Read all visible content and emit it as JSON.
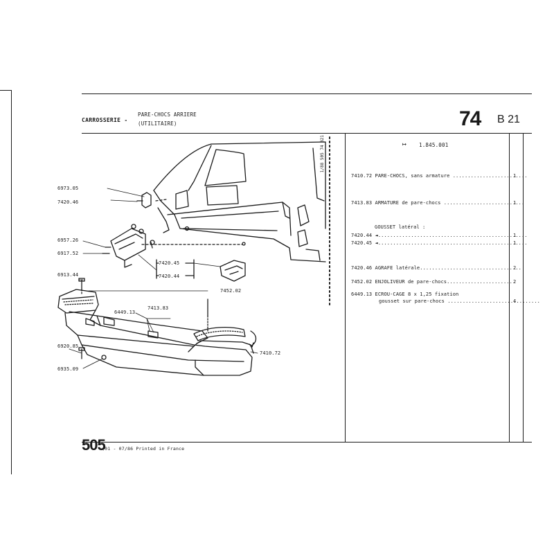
{
  "header": {
    "section": "CARROSSERIE -",
    "title_line1": "PARE-CHOCS ARRIERE",
    "title_line2": "(UTILITAIRE)",
    "page_number": "74",
    "sub_code": "B 21"
  },
  "serial_from": "1.845.001",
  "parts": [
    {
      "ref": "7410.72",
      "desc": "PARE-CHOCS, sans armature",
      "qty": "1"
    },
    {
      "ref": "7413.83",
      "desc": "ARMATURE de pare-chocs",
      "qty": "1"
    },
    {
      "group": "GOUSSET latéral :"
    },
    {
      "ref": "7420.44",
      "desc": "",
      "qty": "1"
    },
    {
      "ref": "7420.45",
      "desc": "",
      "qty": "1"
    },
    {
      "ref": "7420.46",
      "desc": "AGRAFE latérale",
      "qty": "2"
    },
    {
      "ref": "7452.02",
      "desc": "ENJOLIVEUR de pare-chocs",
      "qty": "2"
    },
    {
      "ref": "6449.13",
      "desc": "ECROU-CAGE 8 x 1,25 fixation",
      "desc2": "gousset sur pare-chocs",
      "qty": "4"
    }
  ],
  "callouts": {
    "c6973_05": "6973.05",
    "c7420_46": "7420.46",
    "c6957_26": "6957.26",
    "c6917_52": "6917.52",
    "c7420_45": "7420.45",
    "c7420_44": "7420.44",
    "c6913_44": "6913.44",
    "c7452_02": "7452.02",
    "c6449_13": "6449.13",
    "c7413_83": "7413.83",
    "c6920_85": "6920.85",
    "c6935_09": "6935.09",
    "c7410_72": "7410.72"
  },
  "side_ref": "1/88 505 74 B21",
  "footer": {
    "number": "505",
    "text": "(01 - 07/86 Printed in France"
  }
}
